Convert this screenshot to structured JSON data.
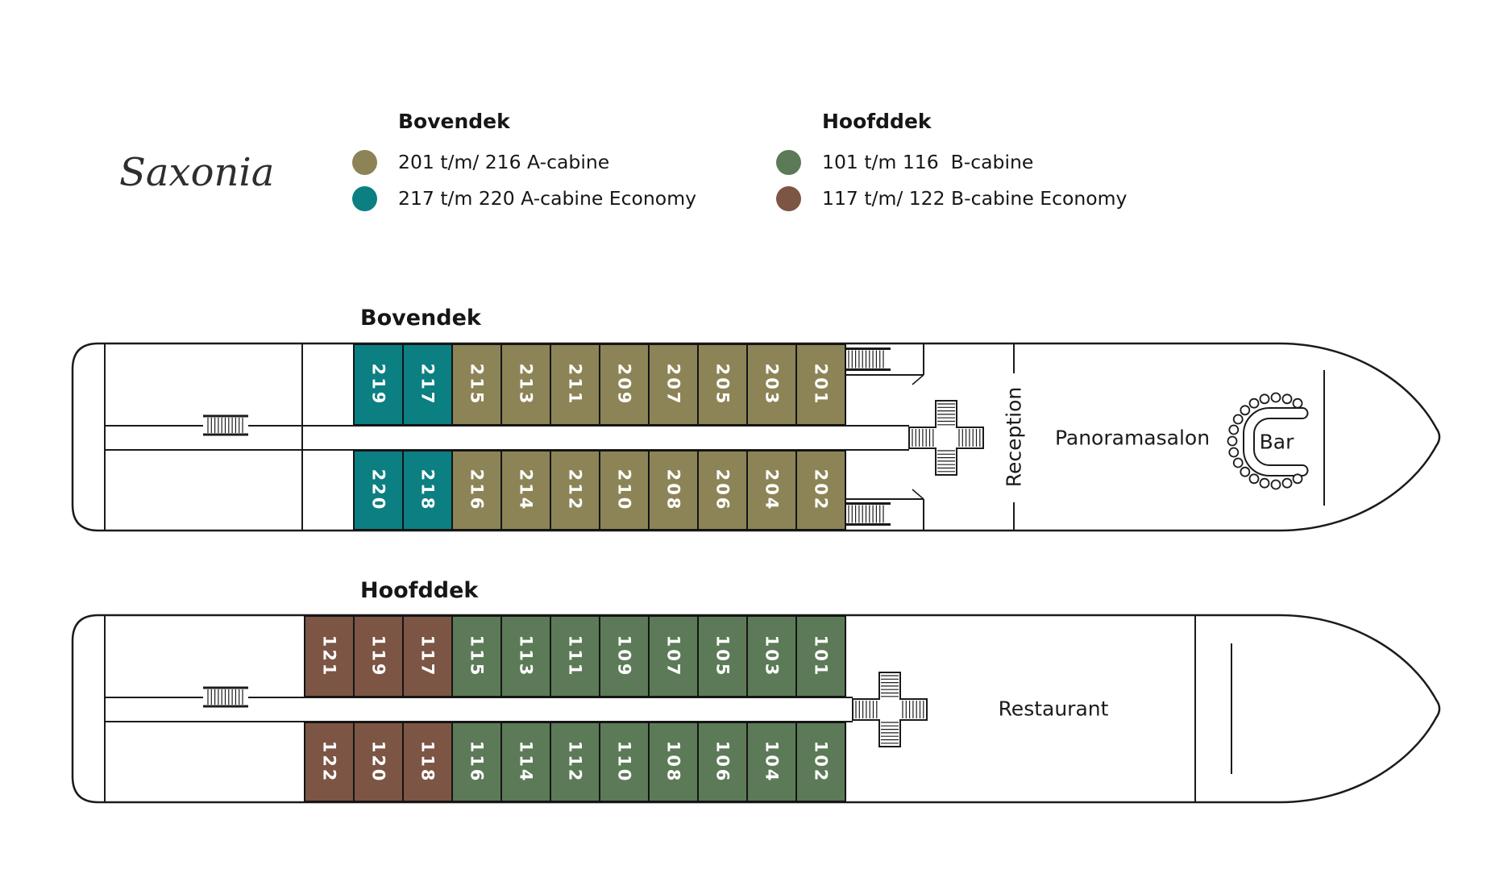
{
  "title": "Saxonia",
  "legend": {
    "columns": [
      {
        "header": "Bovendek",
        "items": [
          {
            "color": "#8C8456",
            "label": "201 t/m/ 216 A-cabine"
          },
          {
            "color": "#0B7F81",
            "label": "217 t/m 220 A-cabine Economy"
          }
        ]
      },
      {
        "header": "Hoofddek",
        "items": [
          {
            "color": "#5C7A57",
            "label": "101 t/m 116  B-cabine"
          },
          {
            "color": "#7C5544",
            "label": "117 t/m/ 122 B-cabine Economy"
          }
        ]
      }
    ]
  },
  "colors": {
    "a_cabine": "#8C8456",
    "a_economy": "#0B7F81",
    "b_cabine": "#5C7A57",
    "b_economy": "#7C5544",
    "line": "#1B1B1B"
  },
  "decks": [
    {
      "id": "bovendek",
      "label": "Bovendek",
      "rooms": {
        "reception": "Reception",
        "salon": "Panoramasalon",
        "bar": "Bar"
      },
      "cabins_top": [
        {
          "num": "219",
          "type": "a_economy"
        },
        {
          "num": "217",
          "type": "a_economy"
        },
        {
          "num": "215",
          "type": "a_cabine"
        },
        {
          "num": "213",
          "type": "a_cabine"
        },
        {
          "num": "211",
          "type": "a_cabine"
        },
        {
          "num": "209",
          "type": "a_cabine"
        },
        {
          "num": "207",
          "type": "a_cabine"
        },
        {
          "num": "205",
          "type": "a_cabine"
        },
        {
          "num": "203",
          "type": "a_cabine"
        },
        {
          "num": "201",
          "type": "a_cabine"
        }
      ],
      "cabins_bottom": [
        {
          "num": "220",
          "type": "a_economy"
        },
        {
          "num": "218",
          "type": "a_economy"
        },
        {
          "num": "216",
          "type": "a_cabine"
        },
        {
          "num": "214",
          "type": "a_cabine"
        },
        {
          "num": "212",
          "type": "a_cabine"
        },
        {
          "num": "210",
          "type": "a_cabine"
        },
        {
          "num": "208",
          "type": "a_cabine"
        },
        {
          "num": "206",
          "type": "a_cabine"
        },
        {
          "num": "204",
          "type": "a_cabine"
        },
        {
          "num": "202",
          "type": "a_cabine"
        }
      ]
    },
    {
      "id": "hoofddek",
      "label": "Hoofddek",
      "rooms": {
        "restaurant": "Restaurant"
      },
      "cabins_top": [
        {
          "num": "121",
          "type": "b_economy"
        },
        {
          "num": "119",
          "type": "b_economy"
        },
        {
          "num": "117",
          "type": "b_economy"
        },
        {
          "num": "115",
          "type": "b_cabine"
        },
        {
          "num": "113",
          "type": "b_cabine"
        },
        {
          "num": "111",
          "type": "b_cabine"
        },
        {
          "num": "109",
          "type": "b_cabine"
        },
        {
          "num": "107",
          "type": "b_cabine"
        },
        {
          "num": "105",
          "type": "b_cabine"
        },
        {
          "num": "103",
          "type": "b_cabine"
        },
        {
          "num": "101",
          "type": "b_cabine"
        }
      ],
      "cabins_bottom": [
        {
          "num": "122",
          "type": "b_economy"
        },
        {
          "num": "120",
          "type": "b_economy"
        },
        {
          "num": "118",
          "type": "b_economy"
        },
        {
          "num": "116",
          "type": "b_cabine"
        },
        {
          "num": "114",
          "type": "b_cabine"
        },
        {
          "num": "112",
          "type": "b_cabine"
        },
        {
          "num": "110",
          "type": "b_cabine"
        },
        {
          "num": "108",
          "type": "b_cabine"
        },
        {
          "num": "106",
          "type": "b_cabine"
        },
        {
          "num": "104",
          "type": "b_cabine"
        },
        {
          "num": "102",
          "type": "b_cabine"
        }
      ]
    }
  ]
}
